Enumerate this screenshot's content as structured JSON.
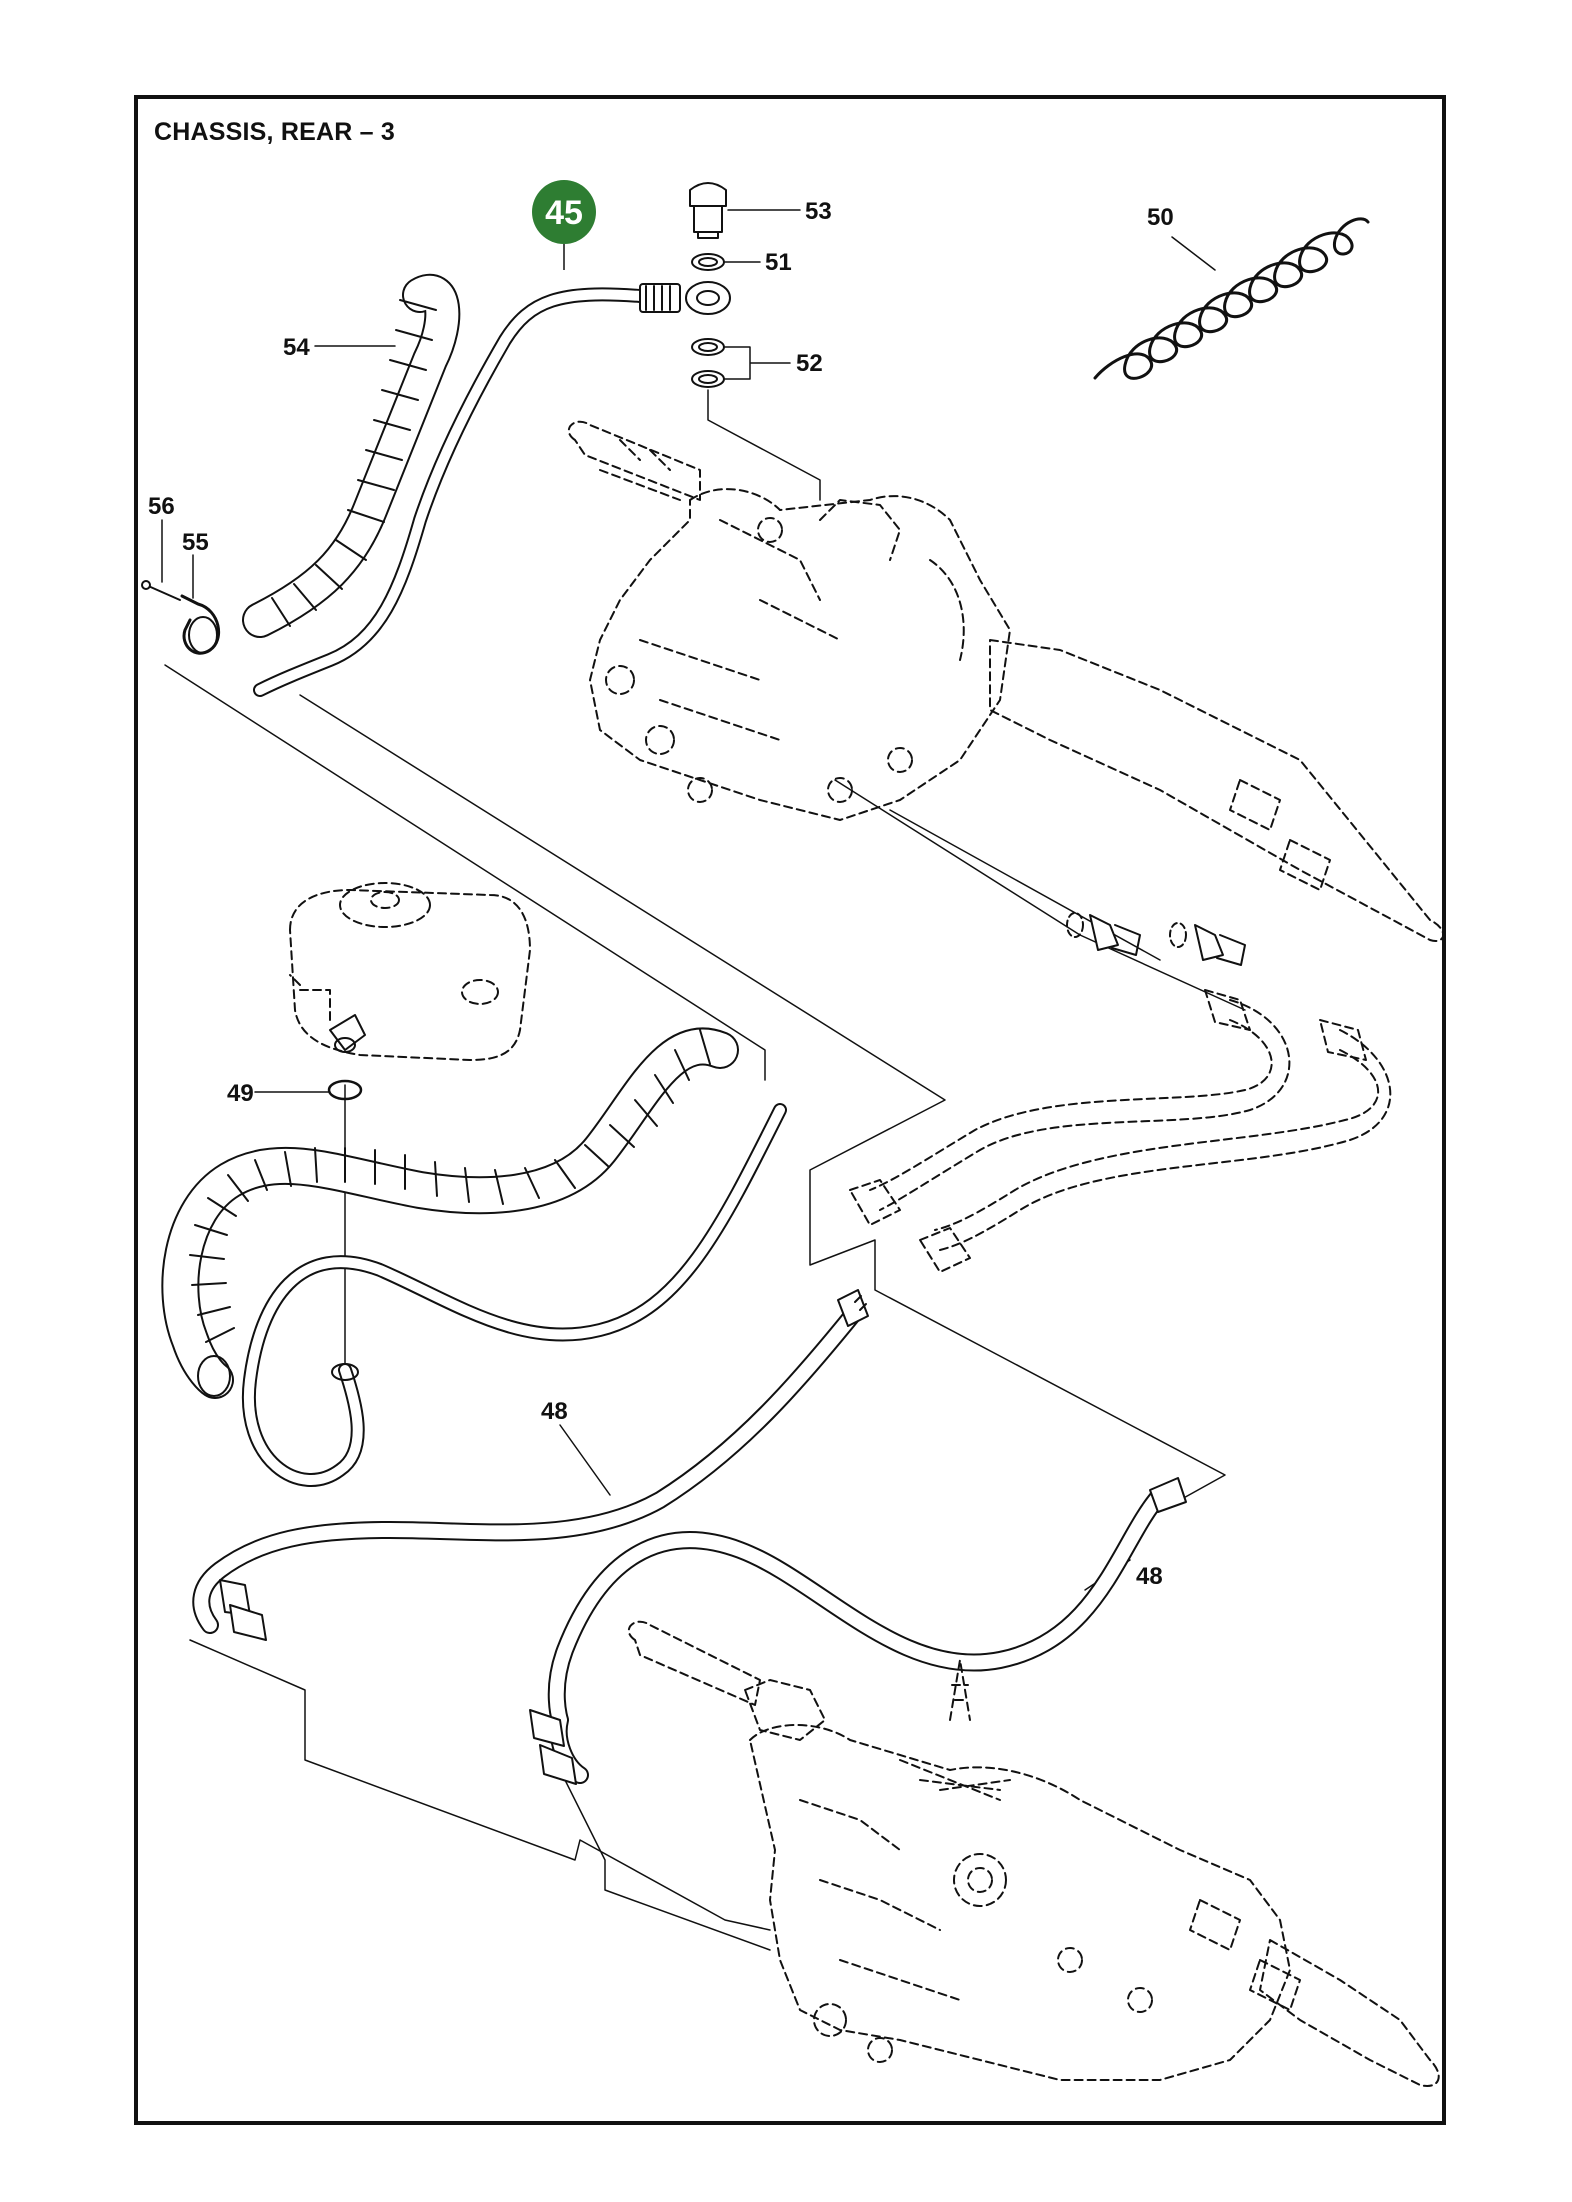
{
  "page": {
    "title": "CHASSIS, REAR – 3"
  },
  "highlight": {
    "label": "45",
    "color": "#2e7d32"
  },
  "callouts": [
    {
      "id": "c53",
      "label": "53"
    },
    {
      "id": "c51",
      "label": "51"
    },
    {
      "id": "c52",
      "label": "52"
    },
    {
      "id": "c50",
      "label": "50"
    },
    {
      "id": "c54",
      "label": "54"
    },
    {
      "id": "c56",
      "label": "56"
    },
    {
      "id": "c55",
      "label": "55"
    },
    {
      "id": "c49",
      "label": "49"
    },
    {
      "id": "c48a",
      "label": "48"
    },
    {
      "id": "c48b",
      "label": "48"
    }
  ],
  "colors": {
    "line": "#111111",
    "background": "#ffffff",
    "badge": "#2e7d32"
  }
}
